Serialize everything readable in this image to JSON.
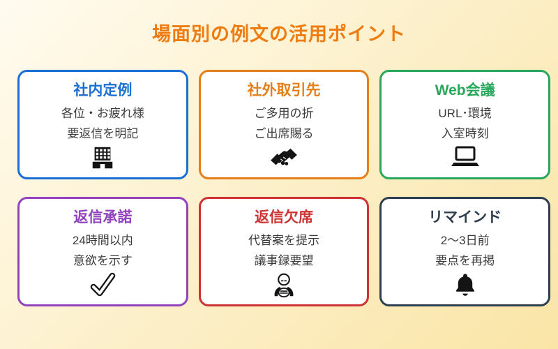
{
  "page": {
    "title": "場面別の例文の活用ポイント",
    "title_color": "#EF7C10",
    "background": {
      "css": "linear-gradient(135deg, #FFFBEF 0%, #FAE5A6 100%)",
      "from": "#FFFBEF",
      "to": "#FAE5A6"
    }
  },
  "cards": [
    {
      "title": "社内定例",
      "color": "#1A6FD4",
      "lines": [
        "各位・お疲れ様",
        "要返信を明記"
      ],
      "icon": "office-building-icon"
    },
    {
      "title": "社外取引先",
      "color": "#E3801C",
      "lines": [
        "ご多用の折",
        "ご出席賜る"
      ],
      "icon": "handshake-icon"
    },
    {
      "title": "Web会議",
      "color": "#28A75B",
      "lines": [
        "URL･環境",
        "入室時刻"
      ],
      "icon": "laptop-icon"
    },
    {
      "title": "返信承諾",
      "color": "#9143BD",
      "lines": [
        "24時間以内",
        "意欲を示す"
      ],
      "icon": "checkmark-icon"
    },
    {
      "title": "返信欠席",
      "color": "#CD3333",
      "lines": [
        "代替案を提示",
        "議事録要望"
      ],
      "icon": "bowing-person-icon"
    },
    {
      "title": "リマインド",
      "color": "#2D3E50",
      "lines": [
        "2〜3日前",
        "要点を再掲"
      ],
      "icon": "bell-icon"
    }
  ]
}
